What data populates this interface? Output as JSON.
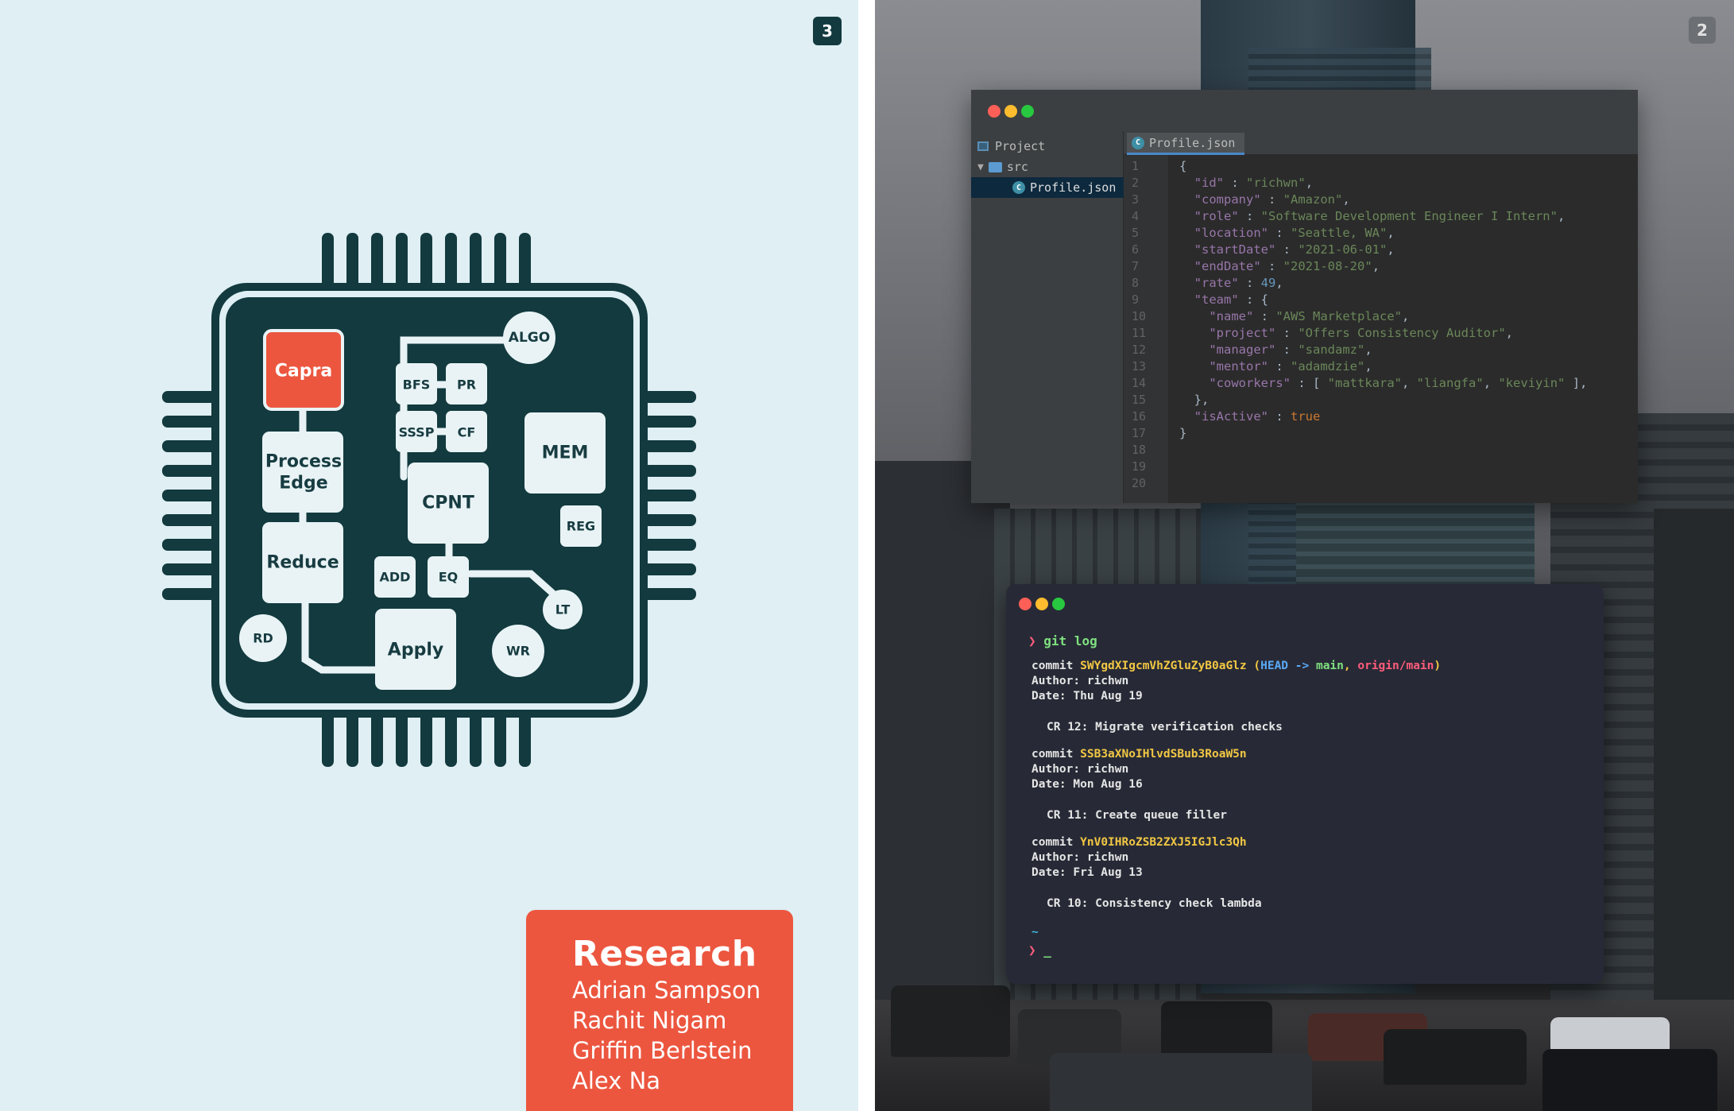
{
  "left": {
    "page_number": "3",
    "chip": {
      "blocks": [
        "Capra",
        "Process",
        "Edge",
        "Reduce",
        "Apply",
        "ALGO",
        "BFS",
        "PR",
        "SSSP",
        "CF",
        "CPNT",
        "ADD",
        "EQ",
        "LT",
        "MEM",
        "REG",
        "RD",
        "WR"
      ],
      "accent_color": "#ec563f",
      "chip_color": "#123a3f"
    },
    "research": {
      "title": "Research",
      "authors": [
        "Adrian Sampson",
        "Rachit Nigam",
        "Griffin Berlstein",
        "Alex Na"
      ]
    }
  },
  "right": {
    "page_number": "2",
    "ide": {
      "project_label": "Project",
      "folder": "src",
      "file": "Profile.json",
      "tab": "Profile.json",
      "file_icon_letter": "C",
      "line_numbers": [
        "1",
        "2",
        "3",
        "4",
        "5",
        "6",
        "7",
        "8",
        "9",
        "10",
        "11",
        "12",
        "13",
        "14",
        "15",
        "16",
        "17",
        "18",
        "19",
        "20"
      ],
      "profile": {
        "id": "richwn",
        "company": "Amazon",
        "role": "Software Development Engineer I Intern",
        "location": "Seattle, WA",
        "startDate": "2021-06-01",
        "endDate": "2021-08-20",
        "rate": "49",
        "team": {
          "name": "AWS Marketplace",
          "project": "Offers Consistency Auditor",
          "manager": "sandamz",
          "mentor": "adamdzie",
          "coworkers": [
            "mattkara",
            "liangfa",
            "keviyin"
          ]
        },
        "isActive": "true"
      }
    },
    "terminal": {
      "prompt_symbol": "❯",
      "command": "git log",
      "commits": [
        {
          "hash": "SWYgdXIgcmVhZGluZyB0aGlz",
          "head": "HEAD",
          "arrow": "->",
          "branch": "main",
          "origin": "origin/main",
          "author": "Author: richwn",
          "date": "Date: Thu Aug 19",
          "message": "CR 12: Migrate verification checks"
        },
        {
          "hash": "SSB3aXNoIHlvdSBub3RoaW5n",
          "author": "Author: richwn",
          "date": "Date: Mon Aug 16",
          "message": "CR 11: Create queue filler"
        },
        {
          "hash": "YnV0IHRoZSB2ZXJ5IGJlc3Qh",
          "author": "Author: richwn",
          "date": "Date: Fri Aug 13",
          "message": "CR 10: Consistency check lambda"
        }
      ],
      "commit_word": "commit",
      "tilde": "~",
      "cursor": "_"
    }
  }
}
